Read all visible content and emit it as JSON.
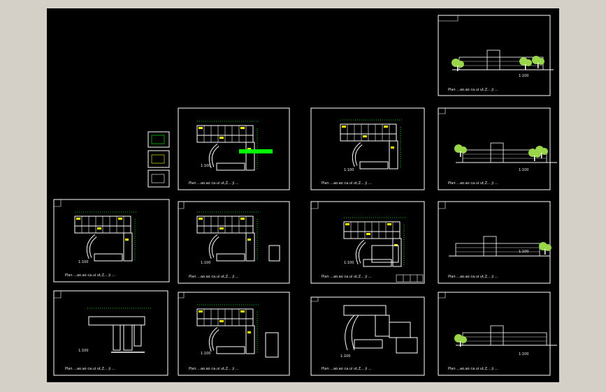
{
  "window": {
    "title": "CAD drawing preview"
  },
  "colors": {
    "background": "#000000",
    "chrome": "#d4d0c8",
    "frame": "#ffffff",
    "floor_plan": "#ffffff",
    "yellow": "#ffff00",
    "green_dims": "#00ff00",
    "tree": "#9ad64a"
  },
  "sheet_caption": "Ρlan ...ao.ao ca.ui ut,Ζ... ji ...",
  "scale_label": "1:100",
  "sheets": [
    {
      "id": "elevation-1",
      "kind": "elevation",
      "caption": "1:100"
    },
    {
      "id": "floor-plan-2",
      "kind": "floor_plan",
      "caption": "Ρlan ...ao.ao ca.ui ut,Ζ... ji ..."
    },
    {
      "id": "floor-plan-3",
      "kind": "floor_plan",
      "caption": "Ρlan ...ao.ao ca.ui ut,Ζ... ji ..."
    },
    {
      "id": "elevation-2",
      "kind": "elevation",
      "caption": "Ρlan ...ao.ao ca.ui ut,Ζ... ji ..."
    },
    {
      "id": "floor-plan-1",
      "kind": "floor_plan",
      "caption": "Ρlan ...ao.ao ca.ui ut,Ζ... ji ..."
    },
    {
      "id": "floor-plan-4",
      "kind": "floor_plan",
      "caption": "Ρlan ...ao.ao ca.ui ut,Ζ... ji ..."
    },
    {
      "id": "floor-plan-5",
      "kind": "floor_plan",
      "caption": "Ρlan ...ao.ao ca.ui ut,Ζ... ji ..."
    },
    {
      "id": "section-1",
      "kind": "section",
      "caption": "Ρlan ...ao.ao ca.ui ut,Ζ... ji ..."
    },
    {
      "id": "basement-plan",
      "kind": "floor_plan",
      "caption": "Ρlan ...ao.ao ca.ui ut,Ζ... ji ..."
    },
    {
      "id": "floor-plan-6",
      "kind": "floor_plan",
      "caption": "Ρlan ...ao.ao ca.ui ut,Ζ... ji ..."
    },
    {
      "id": "roof-plan",
      "kind": "roof_plan",
      "caption": "Ρlan ...ao.ao ca.ui ut,Ζ... ji ..."
    },
    {
      "id": "elevation-3",
      "kind": "elevation",
      "caption": "Ρlan ...ao.ao ca.ui ut,Ζ... ji ..."
    }
  ]
}
